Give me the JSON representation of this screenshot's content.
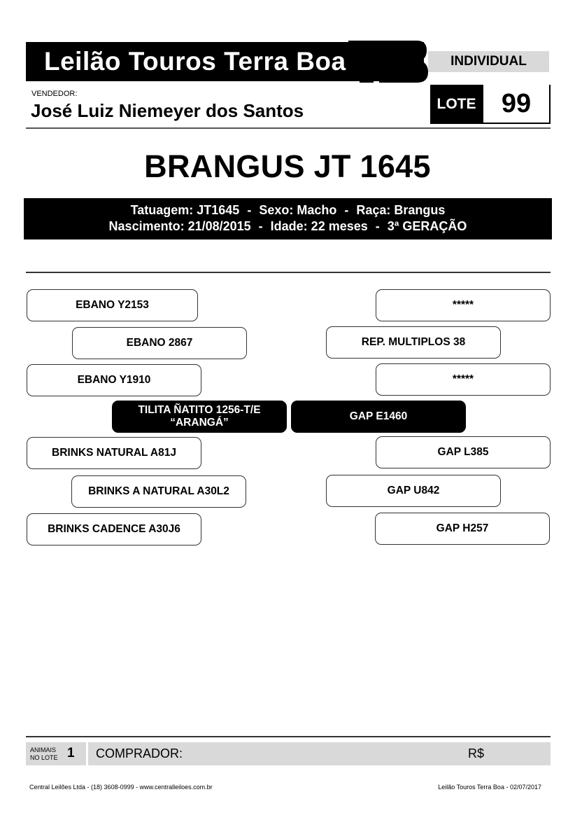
{
  "header": {
    "title": "Leilão Touros Terra Boa",
    "logo_icon": "tb-logo-icon",
    "category": "INDIVIDUAL"
  },
  "seller": {
    "label": "VENDEDOR:",
    "name": "José Luiz Niemeyer dos Santos"
  },
  "lot": {
    "label": "LOTE",
    "number": "99"
  },
  "animal": {
    "name": "BRANGUS JT 1645",
    "line1": {
      "tatuagem": "Tatuagem: JT1645",
      "sexo": "Sexo: Macho",
      "raca": "Raça: Brangus"
    },
    "line2": {
      "nascimento": "Nascimento: 21/08/2015",
      "idade": "Idade: 22 meses",
      "geracao": "3ª GERAÇÃO"
    },
    "separator": "-"
  },
  "pedigree": {
    "sire": {
      "name": "TILITA ÑATITO 1256-T/E",
      "nickname": "“ARANGÁ”",
      "sire": "EBANO 2867",
      "dam": "BRINKS A NATURAL A30L2",
      "sire_sire": "EBANO Y2153",
      "sire_dam": "EBANO Y1910",
      "dam_sire": "BRINKS NATURAL A81J",
      "dam_dam": "BRINKS CADENCE A30J6"
    },
    "dam": {
      "name": "GAP E1460",
      "sire": "REP. MULTIPLOS 38",
      "dam": "GAP U842",
      "sire_sire": "*****",
      "sire_dam": "*****",
      "dam_sire": "GAP L385",
      "dam_dam": "GAP H257"
    }
  },
  "footer": {
    "animals_label_line1": "ANIMAIS",
    "animals_label_line2": "NO LOTE",
    "animals_count": "1",
    "buyer_label": "COMPRADOR:",
    "currency_label": "R$",
    "company": "Central Leilões Ltda - (18) 3608-0999 - www.centralleiloes.com.br",
    "event": "Leilão Touros Terra Boa - 02/07/2017"
  }
}
